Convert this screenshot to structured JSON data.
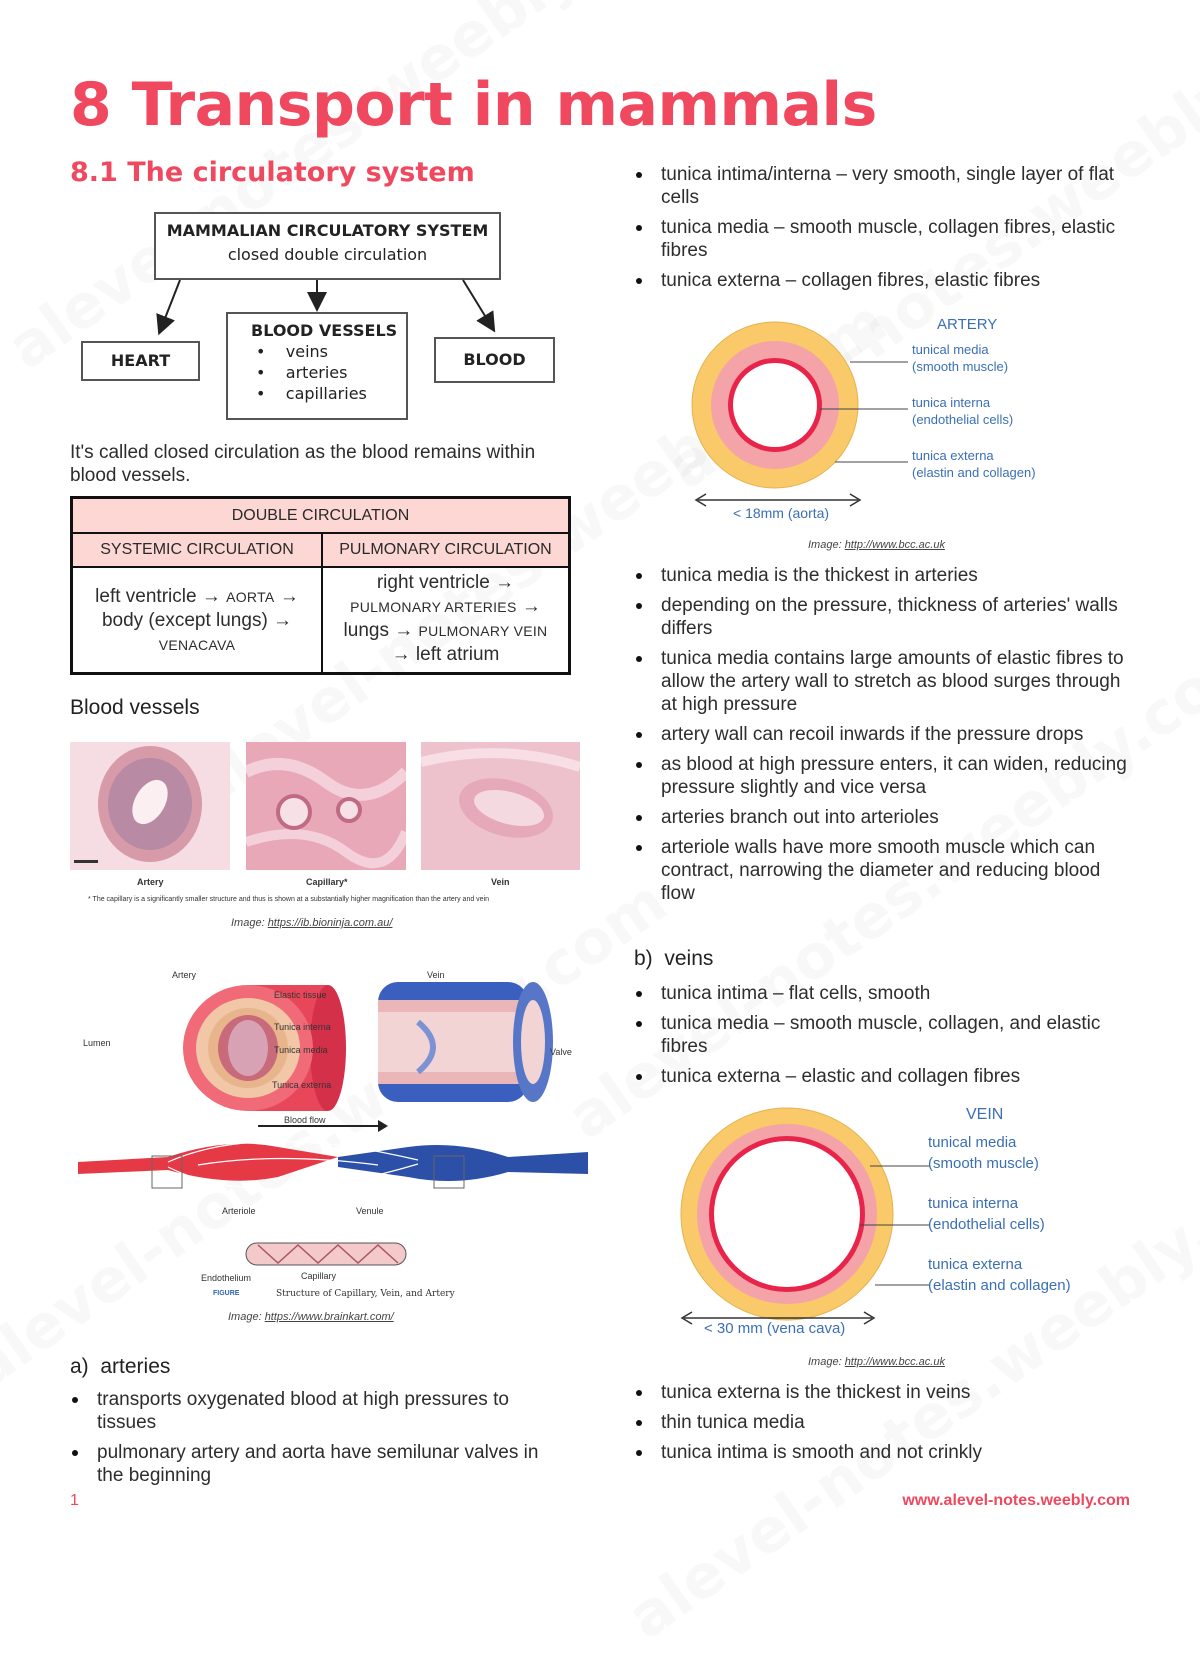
{
  "page": {
    "title": "8 Transport in mammals",
    "section": "8.1 The circulatory system",
    "page_number": "1",
    "website": "www.alevel-notes.weebly.com",
    "watermark": "alevel-notes.weebly.com",
    "accent": "#f0485f"
  },
  "flowchart": {
    "top_title": "MAMMALIAN CIRCULATORY SYSTEM",
    "top_subtitle": "closed double circulation",
    "heart": "HEART",
    "vessels_title": "BLOOD VESSELS",
    "vessels_items": [
      "veins",
      "arteries",
      "capillaries"
    ],
    "blood": "BLOOD"
  },
  "closed_text": "It's called closed circulation as the blood remains within blood vessels.",
  "double_table": {
    "header": "DOUBLE CIRCULATION",
    "col1": "SYSTEMIC CIRCULATION",
    "col2": "PULMONARY CIRCULATION",
    "c1": {
      "a": "left ventricle → ",
      "b": "AORTA",
      "c": " →",
      "d": "body (except lungs) →",
      "e": "VENACAVA"
    },
    "c2": {
      "a": "right ventricle →",
      "b": "PULMONARY ARTERIES",
      "c": " →",
      "d": "lungs → ",
      "e": "PULMONARY VEIN",
      "f": "→ left atrium"
    }
  },
  "blood_vessels_heading": "Blood vessels",
  "micrograph": {
    "labels": [
      "Artery",
      "Capillary*",
      "Vein"
    ],
    "footnote": "* The capillary is a significantly smaller structure and thus is shown at a substantially higher magnification than the artery and vein",
    "credit_prefix": "Image: ",
    "credit_url": "https://ib.bioninja.com.au/"
  },
  "structure_diagram": {
    "labels": {
      "artery": "Artery",
      "vein": "Vein",
      "elastic": "Elastic tissue",
      "interna": "Tunica interna",
      "media": "Tunica media",
      "externa": "Tunica externa",
      "lumen": "Lumen",
      "valve": "Valve",
      "flow": "Blood flow",
      "arteriole": "Arteriole",
      "venule": "Venule",
      "endothelium": "Endothelium",
      "capillary": "Capillary",
      "figure": "FIGURE",
      "caption": "Structure of Capillary, Vein, and Artery"
    },
    "credit_prefix": "Image: ",
    "credit_url": "https://www.brainkart.com/"
  },
  "arteries": {
    "heading_marker": "a)",
    "heading": "arteries",
    "left_bullets": [
      "transports oxygenated blood at high pressures to tissues",
      "pulmonary artery and aorta have semilunar valves in the beginning"
    ],
    "top_bullets": [
      "tunica intima/interna – very smooth, single layer of flat cells",
      "tunica media – smooth muscle, collagen fibres, elastic fibres",
      "tunica externa – collagen fibres, elastic fibres"
    ],
    "diagram": {
      "title": "ARTERY",
      "l1a": "tunical media",
      "l1b": "(smooth muscle)",
      "l2a": "tunica interna",
      "l2b": "(endothelial cells)",
      "l3a": "tunica externa",
      "l3b": "(elastin and collagen)",
      "size": "< 18mm (aorta)"
    },
    "credit_prefix": "Image: ",
    "credit_url": "http://www.bcc.ac.uk",
    "bullets": [
      "tunica media is the thickest in arteries",
      "depending on the pressure, thickness of arteries' walls differs",
      "tunica media contains large amounts of elastic fibres to allow the artery wall to stretch as blood surges through at high pressure",
      "artery wall can recoil inwards if the pressure drops",
      "as blood at high pressure enters, it can widen, reducing pressure slightly and vice versa",
      "arteries branch out into arterioles",
      "arteriole walls have more smooth muscle which can contract, narrowing the diameter and reducing blood flow"
    ]
  },
  "veins": {
    "heading_marker": "b)",
    "heading": "veins",
    "top_bullets": [
      "tunica intima – flat cells, smooth",
      "tunica media – smooth muscle, collagen, and elastic fibres",
      "tunica externa – elastic and collagen fibres"
    ],
    "diagram": {
      "title": "VEIN",
      "l1a": "tunical media",
      "l1b": "(smooth muscle)",
      "l2a": "tunica interna",
      "l2b": "(endothelial cells)",
      "l3a": "tunica externa",
      "l3b": "(elastin and collagen)",
      "size": "< 30 mm (vena cava)"
    },
    "credit_prefix": "Image: ",
    "credit_url": "http://www.bcc.ac.uk",
    "bullets": [
      "tunica externa is the thickest in veins",
      "thin tunica media",
      "tunica intima is smooth and not crinkly"
    ]
  },
  "colors": {
    "externa": "#f9c96a",
    "media": "#f4a3a8",
    "interna_ring": "#e8244a",
    "lumen": "#ffffff",
    "artery_red": "#e63946",
    "vein_blue": "#2c4fa8",
    "table_header": "#fcd7d4"
  }
}
